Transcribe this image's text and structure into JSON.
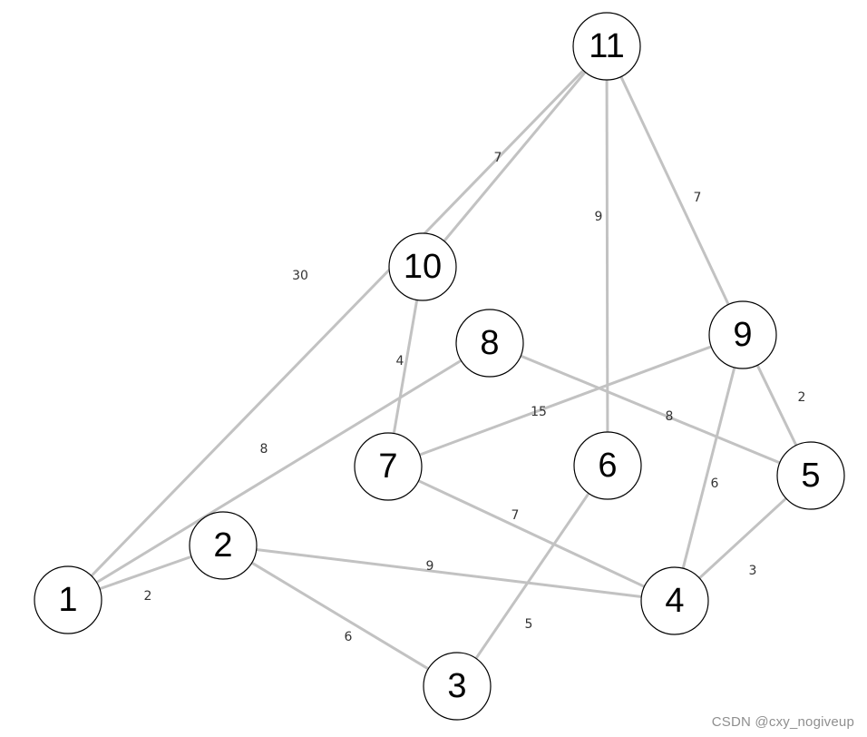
{
  "graph": {
    "nodes": [
      {
        "id": "1",
        "label": "1"
      },
      {
        "id": "2",
        "label": "2"
      },
      {
        "id": "3",
        "label": "3"
      },
      {
        "id": "4",
        "label": "4"
      },
      {
        "id": "5",
        "label": "5"
      },
      {
        "id": "6",
        "label": "6"
      },
      {
        "id": "7",
        "label": "7"
      },
      {
        "id": "8",
        "label": "8"
      },
      {
        "id": "9",
        "label": "9"
      },
      {
        "id": "10",
        "label": "10"
      },
      {
        "id": "11",
        "label": "11"
      }
    ],
    "edges": [
      {
        "from": "1",
        "to": "11",
        "weight": "30"
      },
      {
        "from": "11",
        "to": "10",
        "weight": "7"
      },
      {
        "from": "11",
        "to": "6",
        "weight": "9"
      },
      {
        "from": "11",
        "to": "9",
        "weight": "7"
      },
      {
        "from": "10",
        "to": "7",
        "weight": "4"
      },
      {
        "from": "1",
        "to": "8",
        "weight": "8"
      },
      {
        "from": "8",
        "to": "5",
        "weight": "8"
      },
      {
        "from": "7",
        "to": "9",
        "weight": "15"
      },
      {
        "from": "9",
        "to": "5",
        "weight": "2"
      },
      {
        "from": "9",
        "to": "4",
        "weight": "6"
      },
      {
        "from": "7",
        "to": "4",
        "weight": "7"
      },
      {
        "from": "5",
        "to": "4",
        "weight": "3"
      },
      {
        "from": "1",
        "to": "2",
        "weight": "2"
      },
      {
        "from": "2",
        "to": "4",
        "weight": "9"
      },
      {
        "from": "2",
        "to": "3",
        "weight": "6"
      },
      {
        "from": "6",
        "to": "3",
        "weight": "5"
      }
    ]
  },
  "colors": {
    "edge": "#c2c2c2",
    "node_fill": "#ffffff",
    "node_stroke": "#000000",
    "watermark": "#8f8f8f"
  },
  "watermark": {
    "text": "CSDN @cxy_nogiveup"
  }
}
